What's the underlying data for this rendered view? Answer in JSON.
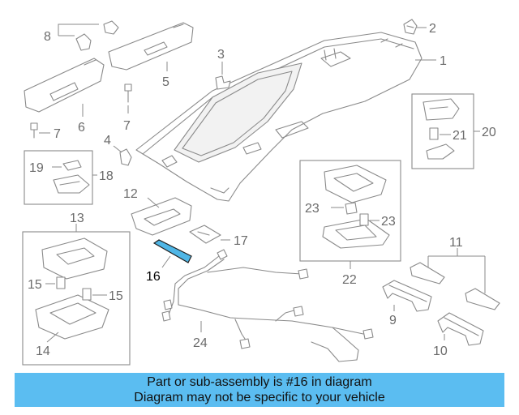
{
  "labels": {
    "p1": "1",
    "p2": "2",
    "p3": "3",
    "p4": "4",
    "p5": "5",
    "p6": "6",
    "p7a": "7",
    "p7b": "7",
    "p8": "8",
    "p9": "9",
    "p10": "10",
    "p11": "11",
    "p12": "12",
    "p13": "13",
    "p14": "14",
    "p15a": "15",
    "p15b": "15",
    "p16": "16",
    "p17": "17",
    "p18": "18",
    "p19": "19",
    "p20": "20",
    "p21": "21",
    "p22": "22",
    "p23a": "23",
    "p23b": "23",
    "p24": "24"
  },
  "highlight": {
    "part": "16",
    "color": "#4fb6e6"
  },
  "banner": {
    "line1": "Part or sub-assembly is #16 in diagram",
    "line2": "Diagram may not be specific to your vehicle",
    "color": "#5bbdf1"
  }
}
